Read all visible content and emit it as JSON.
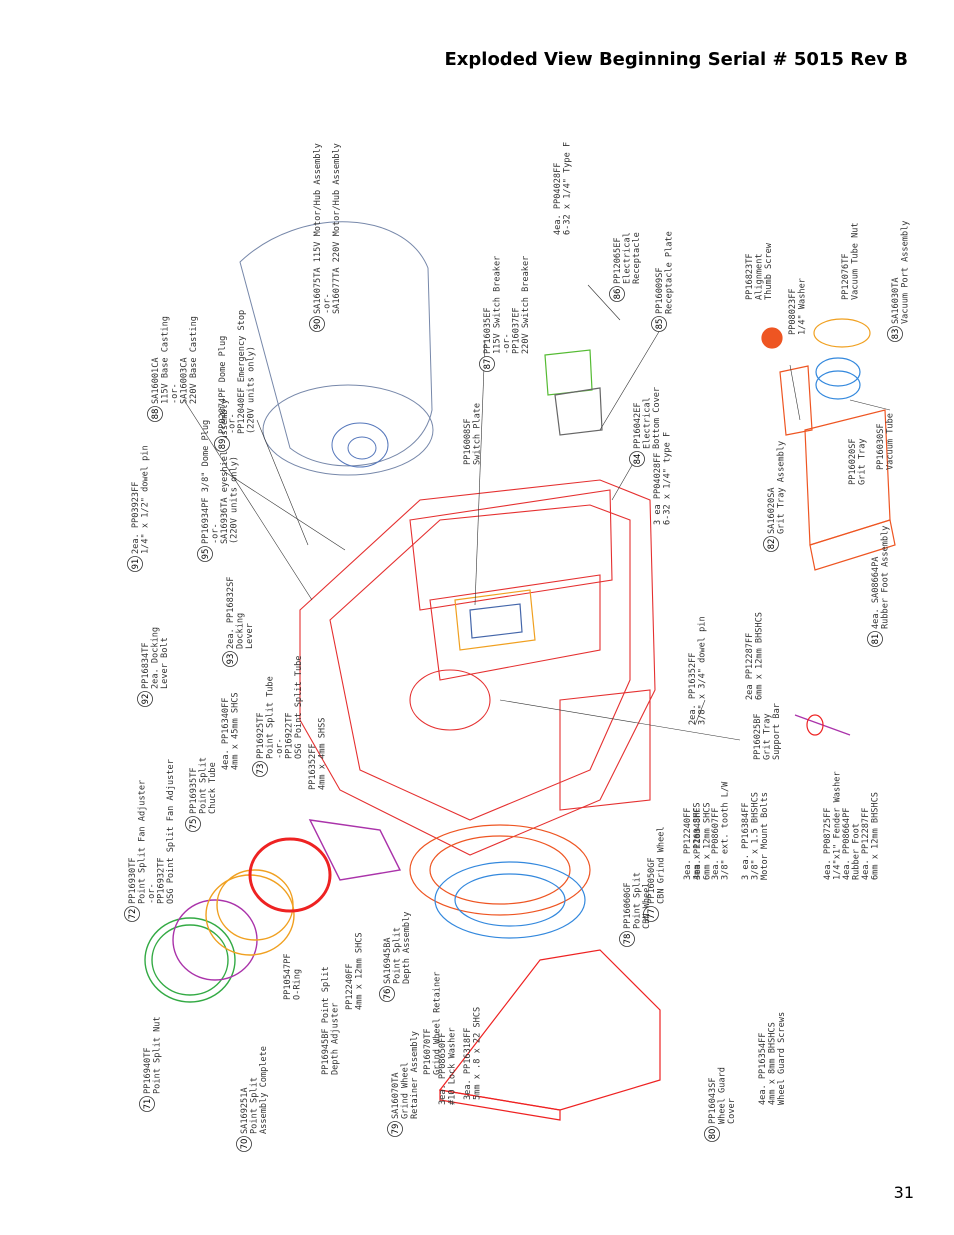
{
  "page": {
    "title": "Exploded View Beginning Serial # 5015 Rev B",
    "page_number": "31"
  },
  "callouts": [
    {
      "num": "71",
      "lines": [
        "PP16940TF",
        "Point Split Nut"
      ]
    },
    {
      "num": "70",
      "lines": [
        "SA169251A",
        "Point Split",
        "Assembly Complete"
      ]
    },
    {
      "num": "72",
      "lines": [
        "PP16930TF",
        "Point Split Fan Adjuster",
        "-or-",
        "PP16932TF",
        "OSG Point Split Fan Adjuster"
      ]
    },
    {
      "num": "75",
      "lines": [
        "PP16935TF",
        "Point Split",
        "Chuck Tube"
      ]
    },
    {
      "num": "",
      "lines": [
        "4ea. PP16340FF",
        "4mm x 45mm SHCS"
      ]
    },
    {
      "num": "73",
      "lines": [
        "PP16925TF",
        "Point Split Tube",
        "-or-",
        "PP16922TF",
        "OSG Point Split Tube"
      ]
    },
    {
      "num": "",
      "lines": [
        "PP16352FF",
        "4mm x 4mm SHSS"
      ]
    },
    {
      "num": "",
      "lines": [
        "PP10547PF",
        "O-Ring"
      ]
    },
    {
      "num": "",
      "lines": [
        "PP16945BF Point Split",
        "Depth Adjuster"
      ]
    },
    {
      "num": "",
      "lines": [
        "PP12240FF",
        "4mm x 12mm SHCS"
      ]
    },
    {
      "num": "76",
      "lines": [
        "SA16945BA",
        "Point Split",
        "Depth Assembly"
      ]
    },
    {
      "num": "92",
      "lines": [
        "PP16834TF",
        "2ea. Docking",
        "Lever Bolt"
      ]
    },
    {
      "num": "93",
      "lines": [
        "2ea. PP16832SF",
        "Docking",
        "Lever"
      ]
    },
    {
      "num": "91",
      "lines": [
        "2ea. PP03923FF",
        "1/4\" x 1/2\" dowel pin"
      ]
    },
    {
      "num": "95",
      "lines": [
        "PP16934PF 3/8\" Dome Plug",
        "-or-",
        "SA16936TA eyeshield assembly",
        "(220V units only)"
      ]
    },
    {
      "num": "88",
      "lines": [
        "SA16001CA",
        "115V Base Casting",
        "-or-",
        "SA16003CA",
        "220V Base Casting"
      ]
    },
    {
      "num": "89",
      "lines": [
        "PP02874PF Dome Plug",
        "-or-",
        "PP12040EF Emergency Stop",
        "(220V units only)"
      ]
    },
    {
      "num": "90",
      "lines": [
        "SA16075TA 115V Motor/Hub Assembly",
        "-or-",
        "SA16077TA 220V Motor/Hub Assembly"
      ]
    },
    {
      "num": "87",
      "lines": [
        "PP16035EF",
        "115V Switch Breaker",
        "-or-",
        "PP16037EF",
        "220V Switch Breaker"
      ]
    },
    {
      "num": "",
      "lines": [
        "PP16008SF",
        "Switch Plate"
      ]
    },
    {
      "num": "86",
      "lines": [
        "PP12065EF",
        "Electrical",
        "Receptacle"
      ]
    },
    {
      "num": "",
      "lines": [
        "4ea. PP04028FF",
        "6-32 x 1/4\" Type F"
      ]
    },
    {
      "num": "85",
      "lines": [
        "PP16009SF",
        "Receptacle Plate"
      ]
    },
    {
      "num": "84",
      "lines": [
        "PP16042EF",
        "Electrical",
        "Bottom Cover"
      ]
    },
    {
      "num": "",
      "lines": [
        "3 ea PP04028FF",
        "6-32 x 1/4\" type F"
      ]
    },
    {
      "num": "",
      "lines": [
        "PP16823TF",
        "Alignment",
        "Thumb Screw"
      ]
    },
    {
      "num": "",
      "lines": [
        "PP08023FF",
        "1/4\" Washer"
      ]
    },
    {
      "num": "",
      "lines": [
        "PP12076TF",
        "Vacuum Tube Nut"
      ]
    },
    {
      "num": "83",
      "lines": [
        "SA16030TA",
        "Vacuum Port Assembly"
      ]
    },
    {
      "num": "82",
      "lines": [
        "SA16020SA",
        "Grit Tray Assembly"
      ]
    },
    {
      "num": "",
      "lines": [
        "PP16020SF",
        "Grit Tray"
      ]
    },
    {
      "num": "",
      "lines": [
        "PP16030SF",
        "Vacuum Tube"
      ]
    },
    {
      "num": "",
      "lines": [
        "2ea. PP16352FF",
        "3/8\" x 3/4\" dowel pin"
      ]
    },
    {
      "num": "",
      "lines": [
        "2ea PP12287FF",
        "6mm x 12mm BHSHCS"
      ]
    },
    {
      "num": "",
      "lines": [
        "PP16025BF",
        "Grit Tray",
        "Support Bar"
      ]
    },
    {
      "num": "81",
      "lines": [
        "4ea. SA08664PA",
        "Rubber Foot Assembly"
      ]
    },
    {
      "num": "",
      "lines": [
        "4ea. PP08725FF",
        "1/4\"x1\" Fender Washer",
        "4ea. PP08664PF",
        "Rubber Foot",
        "4ea. PP12287FF",
        "6mm x 12mm BHSHCS"
      ]
    },
    {
      "num": "",
      "lines": [
        "3 ea. PP16384FF",
        "3/8\" x 1.5 BHSHCS",
        "Motor Mount Bolts"
      ]
    },
    {
      "num": "",
      "lines": [
        "3ea. PP08607FF",
        "3/8\" ext. tooth L/W"
      ]
    },
    {
      "num": "",
      "lines": [
        "3ea. PP16348FF",
        "6mm x 12mm SHCS"
      ]
    },
    {
      "num": "",
      "lines": [
        "3ea. PP12240FF",
        "4mm x 12mm SHCS"
      ]
    },
    {
      "num": "77",
      "lines": [
        "PP16050GF",
        "CBN Grind Wheel"
      ]
    },
    {
      "num": "78",
      "lines": [
        "PP16060GF",
        "Point Split",
        "CBN Wheel"
      ]
    },
    {
      "num": "",
      "lines": [
        "PP16070TF",
        "Grind Wheel Retainer"
      ]
    },
    {
      "num": "",
      "lines": [
        "3ea. PP08650FF",
        "#10 Lock Washer"
      ]
    },
    {
      "num": "",
      "lines": [
        "3ea. PP16318FF",
        "5mm x .8 x 22 SHCS"
      ]
    },
    {
      "num": "79",
      "lines": [
        "SA16070TA",
        "Grind Wheel",
        "Retainer Assembly"
      ]
    },
    {
      "num": "80",
      "lines": [
        "PP16043SF",
        "Wheel Guard",
        "Cover"
      ]
    },
    {
      "num": "",
      "lines": [
        "4ea. PP16354FF",
        "4mm x 8mm BHSHCS",
        "Wheel Guard Screws"
      ]
    }
  ]
}
